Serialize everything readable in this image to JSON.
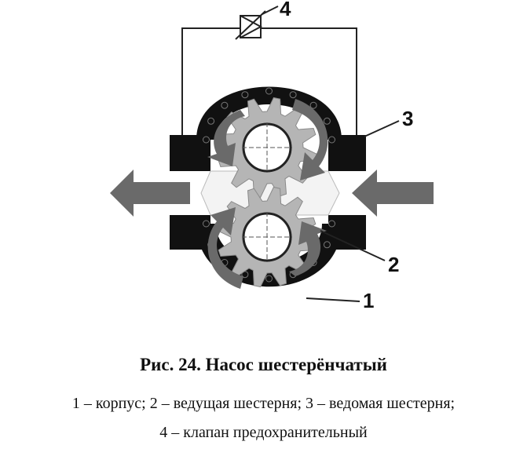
{
  "labels": {
    "housing": "1",
    "driving_gear": "2",
    "driven_gear": "3",
    "relief_valve": "4"
  },
  "caption": {
    "title": "Рис. 24. Насос шестерёнчатый",
    "legend_line1": "1 – корпус; 2 – ведущая шестерня; 3 – ведомая шестерня;",
    "legend_line2": "4 – клапан предохранительный"
  },
  "colors": {
    "housing": "#111111",
    "gear": "#b5b5b5",
    "arrow": "#6a6a6a",
    "line": "#222222"
  },
  "gears": {
    "teeth": 12
  }
}
